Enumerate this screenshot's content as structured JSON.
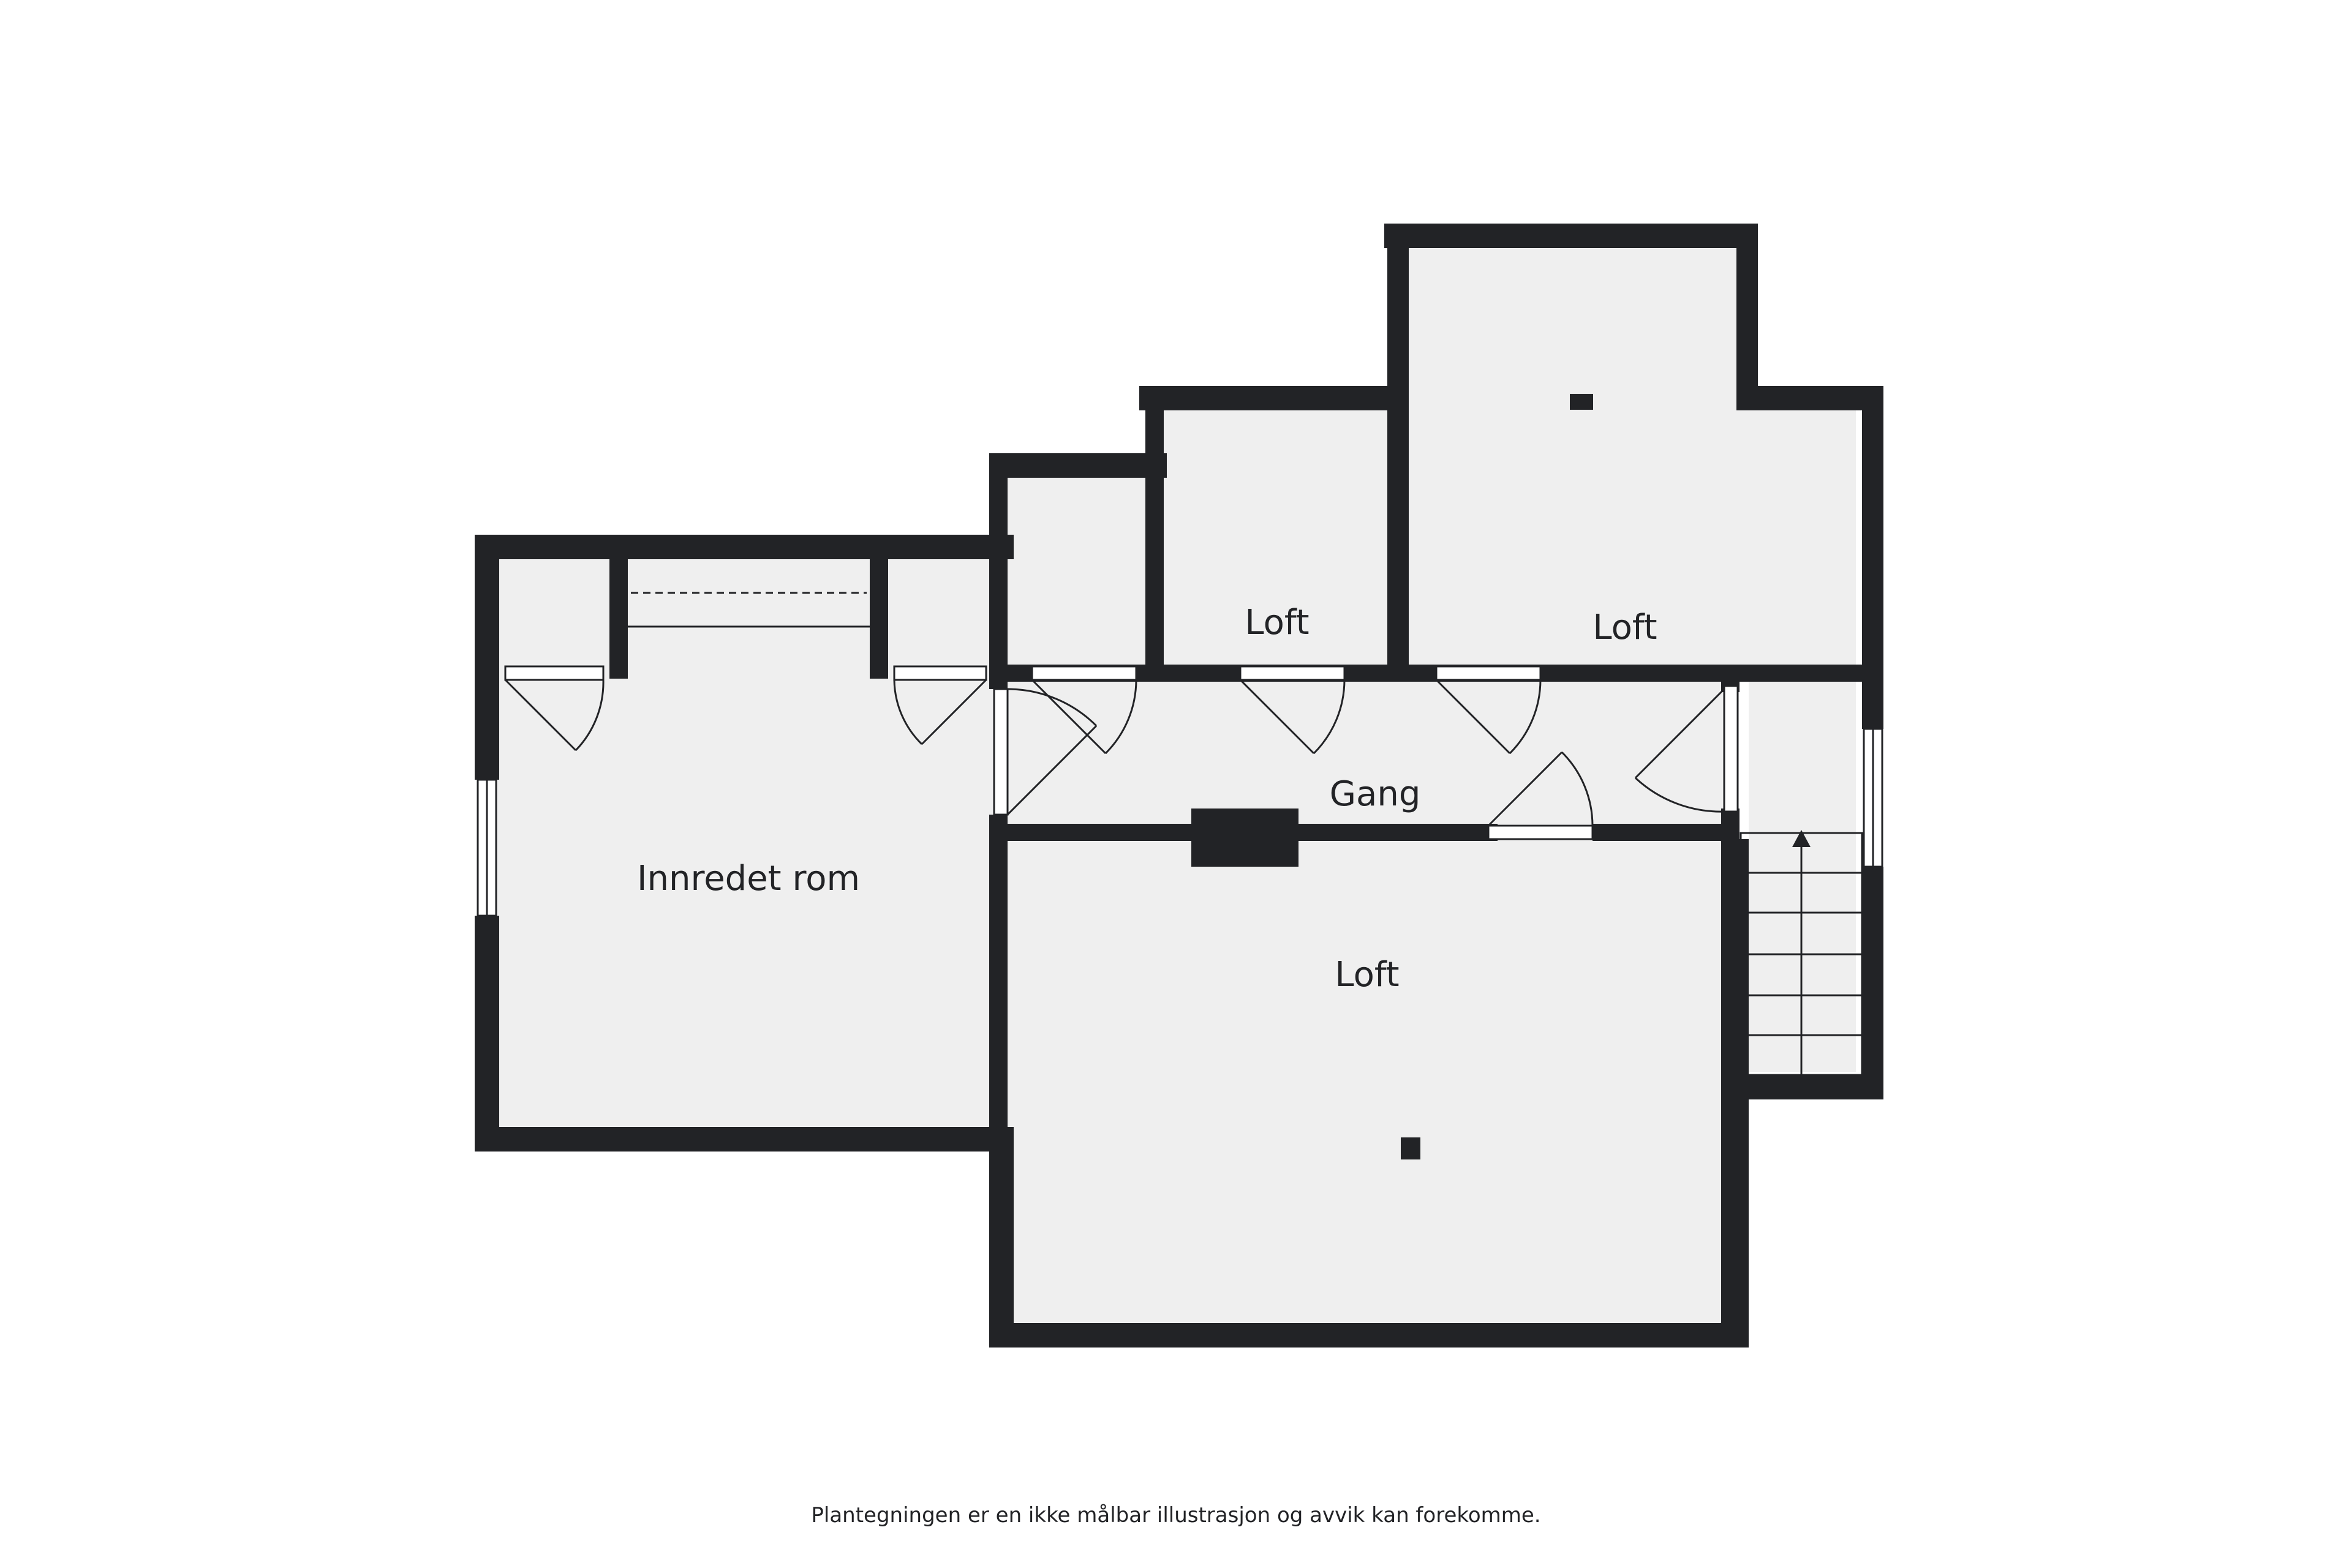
{
  "rooms": {
    "innredet_rom": "Innredet rom",
    "loft_small": "Loft",
    "loft_upper": "Loft",
    "gang": "Gang",
    "loft_large": "Loft"
  },
  "disclaimer": "Plantegningen er en ikke målbar illustrasjon og avvik kan forekomme.",
  "colors": {
    "wall": "#222326",
    "floor": "#efefef",
    "background": "#ffffff"
  }
}
